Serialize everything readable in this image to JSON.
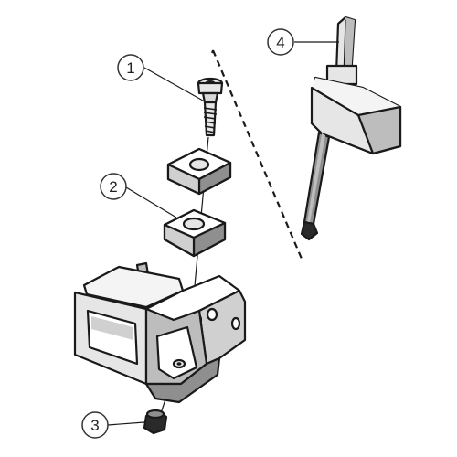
{
  "callouts": [
    {
      "id": "screw",
      "label": "1"
    },
    {
      "id": "shim",
      "label": "2"
    },
    {
      "id": "set-screw",
      "label": "3"
    },
    {
      "id": "torx-key",
      "label": "4"
    }
  ],
  "colors": {
    "ink": "#1a1a1a",
    "face_light": "#ffffff",
    "face_mid": "#e6e6e6",
    "face_dark": "#bdbdbd",
    "face_darker": "#8f8f8f"
  }
}
